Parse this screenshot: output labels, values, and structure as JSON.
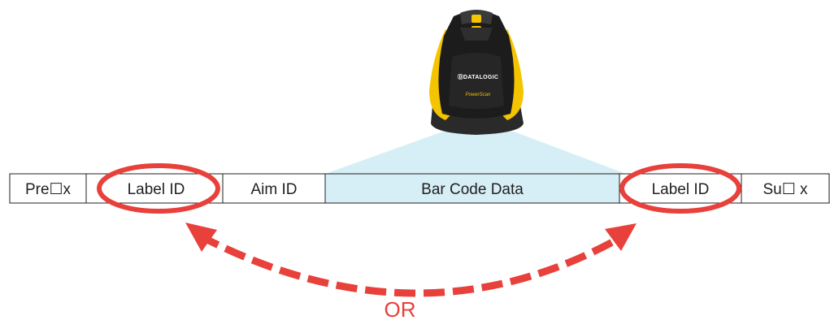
{
  "fields": [
    {
      "id": "prefix",
      "label": "Pre☐x"
    },
    {
      "id": "label-id-left",
      "label": "Label ID"
    },
    {
      "id": "aim-id",
      "label": "Aim ID"
    },
    {
      "id": "bar-code-data",
      "label": "Bar Code Data"
    },
    {
      "id": "label-id-right",
      "label": "Label ID"
    },
    {
      "id": "suffix",
      "label": "Su☐ x"
    }
  ],
  "or_label": "OR",
  "scanner": {
    "brand": "ⒹDATALOGIC",
    "model": "PowerScan"
  },
  "colors": {
    "highlight_fill": "#d6eef5",
    "accent_red": "#e8403a",
    "scanner_yellow": "#f5c400",
    "scanner_body": "#1c1c1c",
    "border": "#231f20"
  }
}
